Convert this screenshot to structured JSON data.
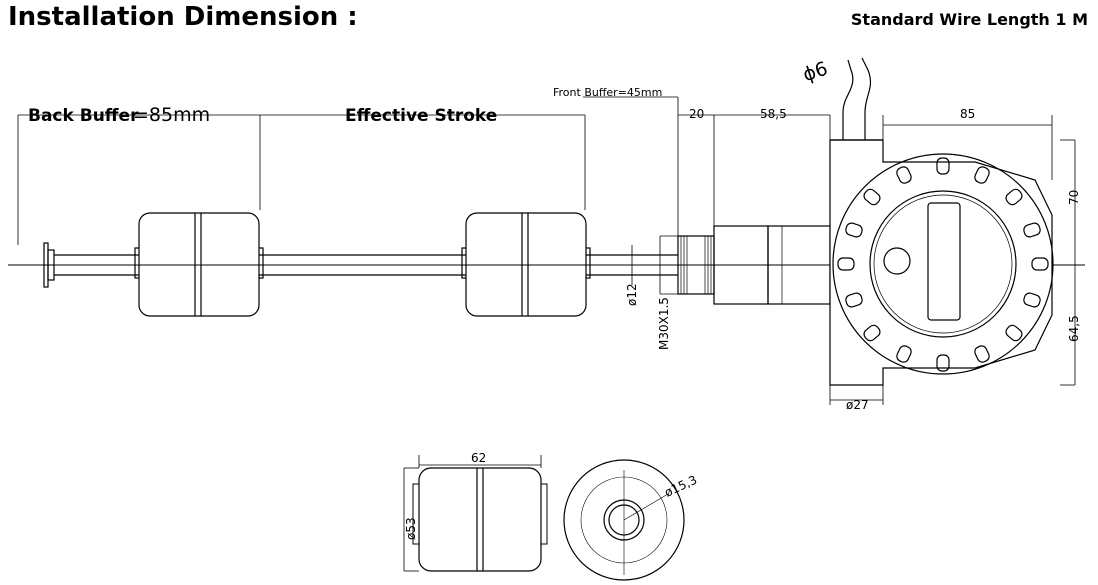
{
  "title": "Installation Dimension :",
  "wire_note": "Standard Wire Length 1 M",
  "labels": {
    "back_buffer_text": "Back Buffer",
    "back_buffer_value": "=85mm",
    "effective_stroke": "Effective Stroke",
    "front_buffer": "Front Buffer=45mm",
    "wire_diameter": "ϕ6"
  },
  "dimensions": {
    "d20": "20",
    "d58_5": "58,5",
    "d85": "85",
    "d70": "70",
    "d64_5": "64,5",
    "d27": "ø27",
    "d12": "ø12",
    "thread": "M30X1.5",
    "float_length": "62",
    "float_diameter": "ø53",
    "float_hole": "ø15,3"
  }
}
